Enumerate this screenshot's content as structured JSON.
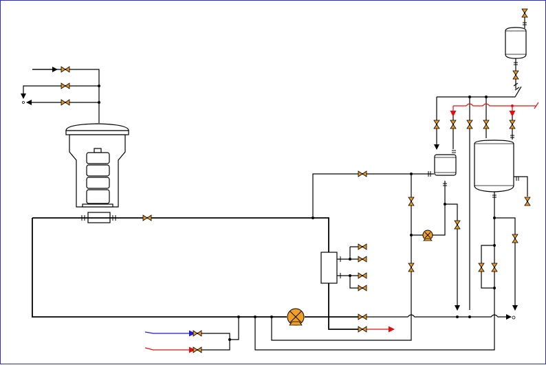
{
  "diagram": {
    "colors": {
      "border": "#2a2ad8",
      "pipe": "#000000",
      "hot_line": "#e01010",
      "cold_line": "#1a1ae0",
      "valve_fill": "#e8961e",
      "pump_fill": "#f2a020"
    },
    "equipment": [
      {
        "id": "reactor",
        "icon": "reactor-vessel-icon"
      },
      {
        "id": "heat-exchanger",
        "icon": "heat-exchanger-icon"
      },
      {
        "id": "top-tank",
        "icon": "tank-icon"
      },
      {
        "id": "small-tank",
        "icon": "tank-icon"
      },
      {
        "id": "large-tank",
        "icon": "tank-icon"
      },
      {
        "id": "main-pump",
        "icon": "pump-icon"
      },
      {
        "id": "small-pump",
        "icon": "pump-icon"
      }
    ],
    "valve_count": 29
  }
}
